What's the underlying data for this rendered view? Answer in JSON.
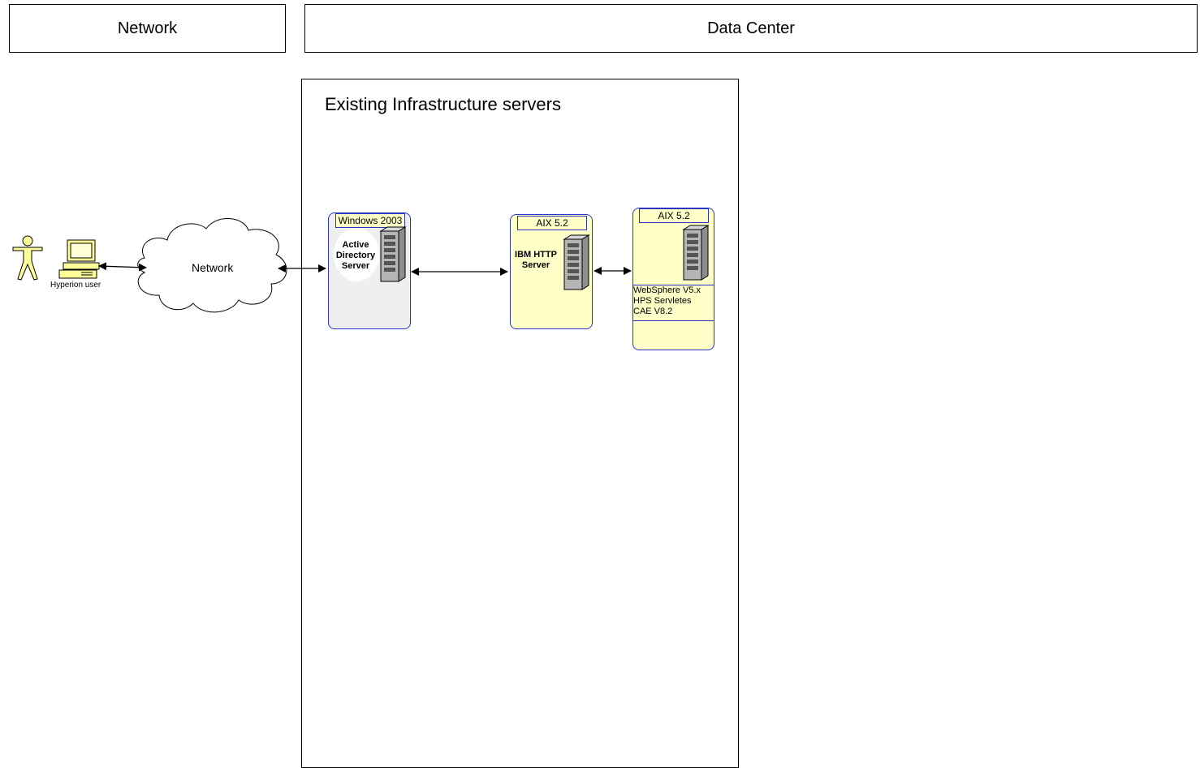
{
  "lanes": {
    "network": "Network",
    "data_center": "Data Center"
  },
  "infrastructure": {
    "title": "Existing Infrastructure servers"
  },
  "client": {
    "label": "Hyperion user",
    "icons": [
      "person-icon",
      "computer-icon"
    ]
  },
  "cloud": {
    "label": "Network"
  },
  "servers": {
    "ad": {
      "os": "Windows 2003",
      "name_lines": [
        "Active",
        "Directory",
        "Server"
      ],
      "fill": "#efefef"
    },
    "ihs": {
      "os": "AIX 5.2",
      "name_lines": [
        "IBM HTTP",
        "Server"
      ],
      "fill": "#ffffc8"
    },
    "app": {
      "os": "AIX 5.2",
      "services": [
        "WebSphere V5.x",
        "HPS Servletes",
        "CAE V8.2"
      ],
      "fill": "#ffffc8"
    }
  },
  "colors": {
    "server_border": "#2a35c8",
    "label_fill": "#ffffc8",
    "user_fill": "#ffff99"
  }
}
